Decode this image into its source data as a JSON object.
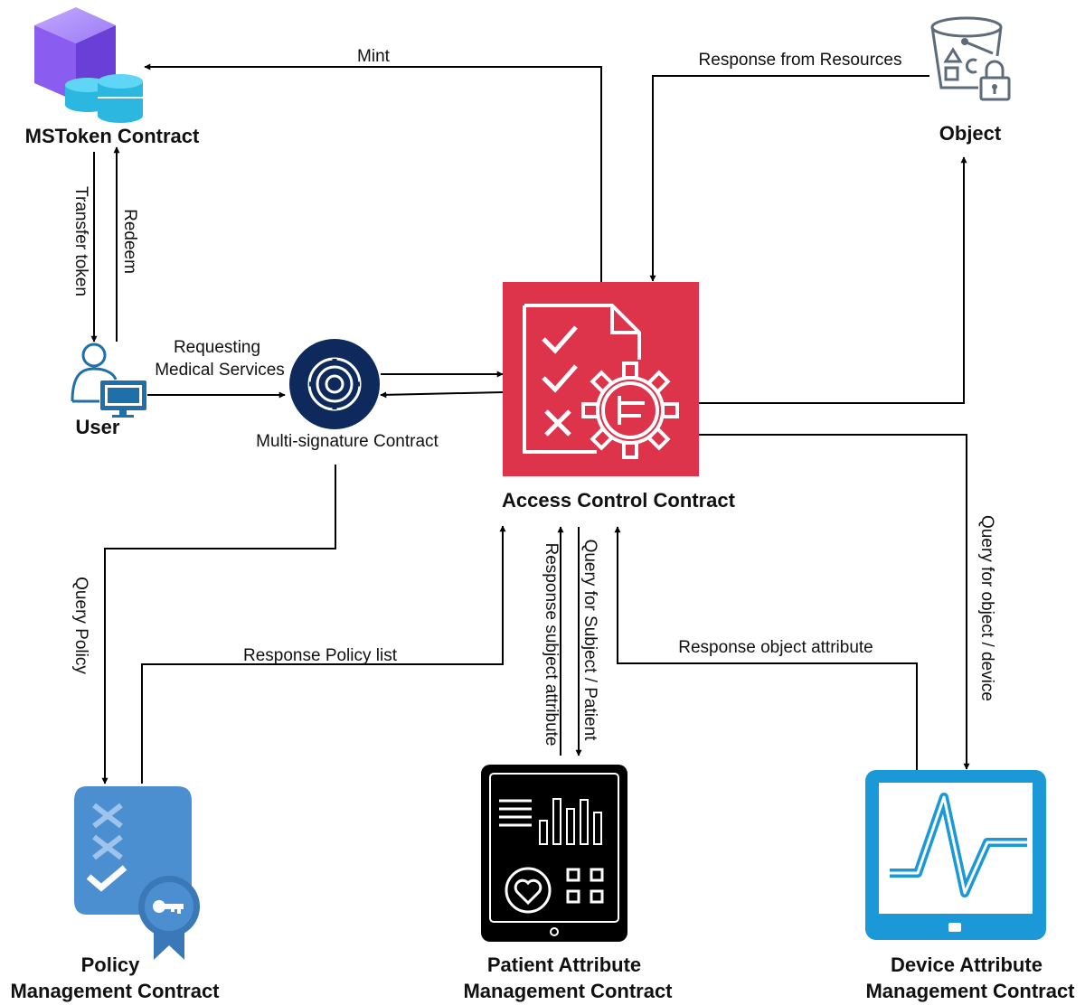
{
  "nodes": {
    "mstoken": {
      "label": "MSToken Contract",
      "icon": "cube-coins-icon"
    },
    "user": {
      "label": "User",
      "icon": "user-computer-icon"
    },
    "multisig": {
      "label": "Multi-signature Contract",
      "icon": "vault-icon"
    },
    "access_control": {
      "label": "Access Control Contract",
      "icon": "checklist-gear-icon"
    },
    "object": {
      "label": "Object",
      "icon": "bucket-lock-icon"
    },
    "policy": {
      "label_line1": "Policy",
      "label_line2": "Management Contract",
      "icon": "certificate-key-icon"
    },
    "patient": {
      "label_line1": "Patient Attribute",
      "label_line2": "Management Contract",
      "icon": "tablet-health-icon"
    },
    "device": {
      "label_line1": "Device Attribute",
      "label_line2": "Management Contract",
      "icon": "monitor-pulse-icon"
    }
  },
  "edges": {
    "mint": "Mint",
    "response_from_resources": "Response from Resources",
    "transfer_token": "Transfer token",
    "redeem": "Redeem",
    "requesting_line1": "Requesting",
    "requesting_line2": "Medical Services",
    "query_policy": "Query Policy",
    "response_policy_list": "Response Policy list",
    "response_subject_attribute": "Response subject attribute",
    "query_subject_patient": "Query for Subject / Patient",
    "response_object_attribute": "Response object attribute",
    "query_object_device": "Query for object / device"
  },
  "colors": {
    "access_control_red": "#DD344C",
    "multisig_navy": "#0E2A5C",
    "cube_purple": "#7B4FE0",
    "coins_cyan": "#3BC4E8",
    "user_blue": "#1F6FA8",
    "policy_blue": "#4C8FD0",
    "device_blue": "#1A98D8",
    "object_gray": "#5F6B7A",
    "edge_black": "#000000"
  }
}
